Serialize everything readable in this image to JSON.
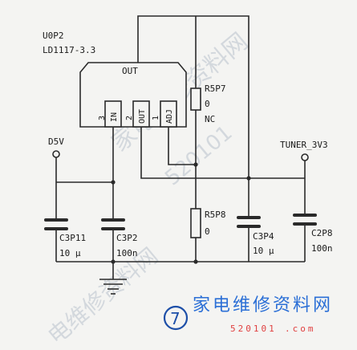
{
  "regulator": {
    "ref": "U0P2",
    "part": "LD1117-3.3",
    "out_label": "OUT",
    "pins": [
      {
        "num": "3",
        "name": "IN"
      },
      {
        "num": "2",
        "name": "OUT"
      },
      {
        "num": "1",
        "name": "ADJ"
      }
    ]
  },
  "nets": {
    "input": "D5V",
    "output": "TUNER_3V3"
  },
  "resistors": [
    {
      "ref": "R5P7",
      "value": "0",
      "note": "NC"
    },
    {
      "ref": "R5P8",
      "value": "0"
    }
  ],
  "capacitors": [
    {
      "ref": "C3P11",
      "value": "10 µ"
    },
    {
      "ref": "C3P2",
      "value": "100n"
    },
    {
      "ref": "C3P4",
      "value": "10 µ"
    },
    {
      "ref": "C2P8",
      "value": "100n"
    }
  ],
  "watermark": {
    "brand_text": "家电维修资料网",
    "site_digits": "520101",
    "site_suffix": ".com",
    "diag_text": "家电维修资料网",
    "diag_digits": "520101",
    "diag_bottom": "电维修资料网",
    "logo_glyph": "7"
  }
}
